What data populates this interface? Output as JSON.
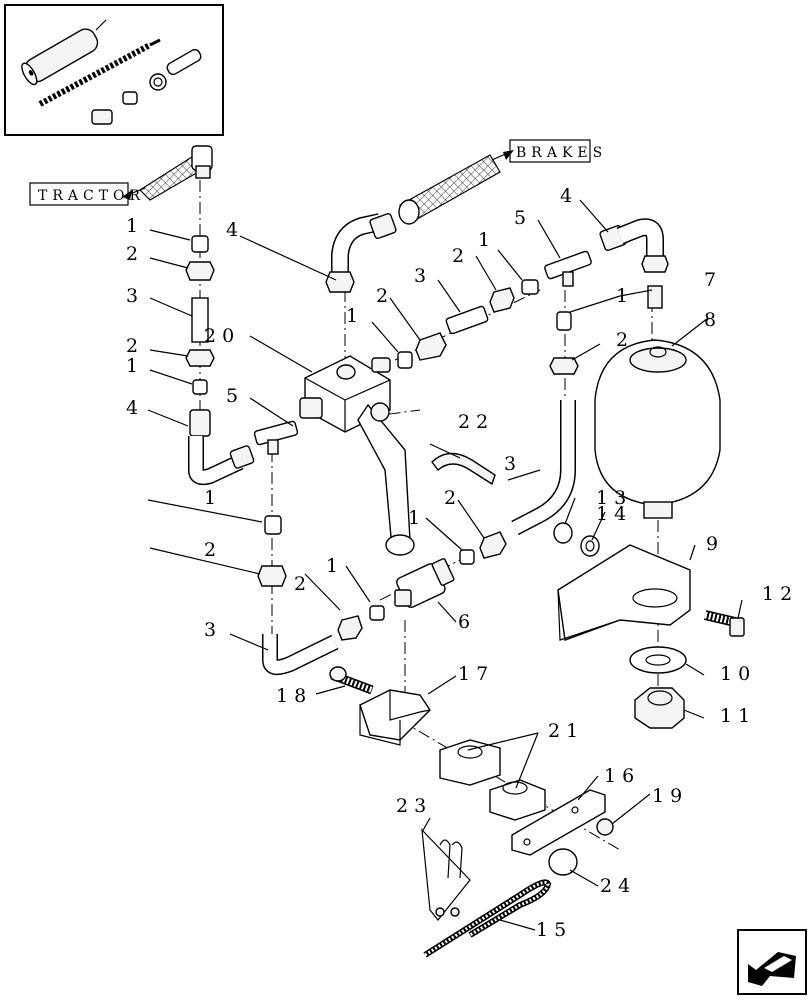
{
  "tags": {
    "tractor": "TRACTOR",
    "brakes": "BRAKES"
  },
  "callouts": [
    "1",
    "2",
    "3",
    "4",
    "5",
    "6",
    "7",
    "8",
    "9",
    "10",
    "11",
    "12",
    "13",
    "14",
    "15",
    "16",
    "17",
    "18",
    "19",
    "20",
    "21",
    "22",
    "23",
    "24"
  ],
  "icons": {
    "inset": "kit-inset-icon",
    "nav": "navigation-arrow-icon"
  }
}
